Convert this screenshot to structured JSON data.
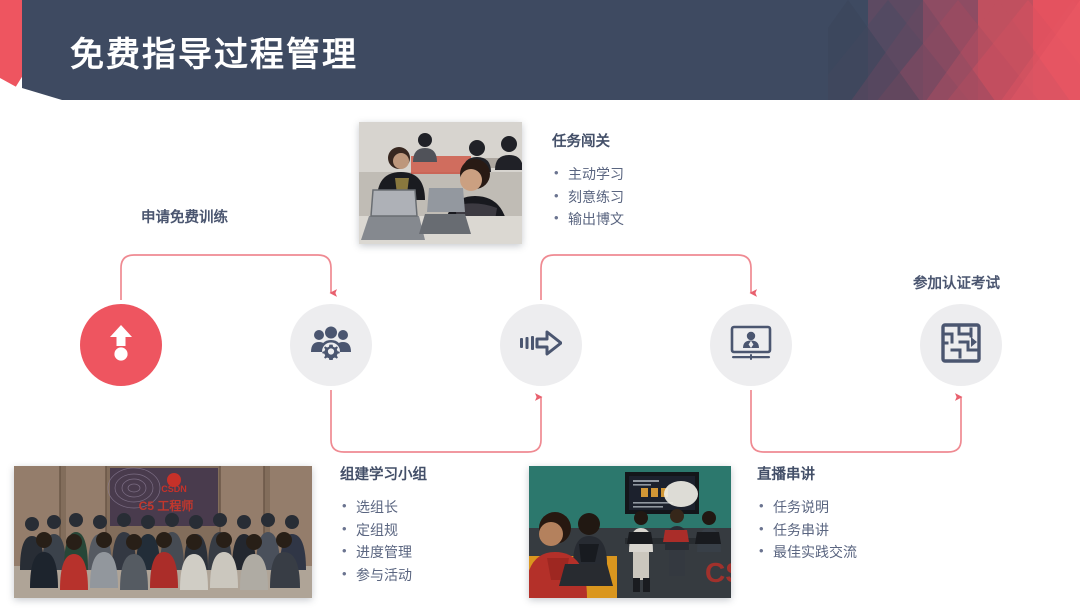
{
  "slide": {
    "title": "免费指导过程管理",
    "background_color": "#ffffff"
  },
  "theme": {
    "navy": "#3e4a61",
    "accent_red": "#ee5560",
    "node_gray": "#ededef",
    "text_navy": "#4b5670",
    "connector_pink": "#ee7b86"
  },
  "flow": {
    "nodes": [
      {
        "id": "apply",
        "icon": "up-arrow-pin-icon",
        "style": "accent",
        "label": "申请免费训练"
      },
      {
        "id": "group",
        "icon": "people-gear-icon",
        "style": "gray",
        "label": ""
      },
      {
        "id": "fastforward",
        "icon": "fast-forward-icon",
        "style": "gray",
        "label": ""
      },
      {
        "id": "live",
        "icon": "video-presenter-icon",
        "style": "gray",
        "label": ""
      },
      {
        "id": "exam",
        "icon": "maze-exit-icon",
        "style": "gray",
        "label": "参加认证考试"
      }
    ]
  },
  "cards": [
    {
      "id": "task-challenge",
      "title": "任务闯关",
      "items": [
        "主动学习",
        "刻意练习",
        "输出博文"
      ]
    },
    {
      "id": "study-group",
      "title": "组建学习小组",
      "items": [
        "选组长",
        "定组规",
        "进度管理",
        "参与活动"
      ]
    },
    {
      "id": "live-lecture",
      "title": "直播串讲",
      "items": [
        "任务说明",
        "任务串讲",
        "最佳实践交流"
      ]
    }
  ],
  "photos": [
    {
      "id": "classroom-laptops",
      "alt": "学员在教室使用笔记本电脑学习"
    },
    {
      "id": "group-ceremony",
      "alt": "CSDN C5 工程师 集体合影"
    },
    {
      "id": "lab-session",
      "alt": "实训教室学员上机实践"
    }
  ]
}
